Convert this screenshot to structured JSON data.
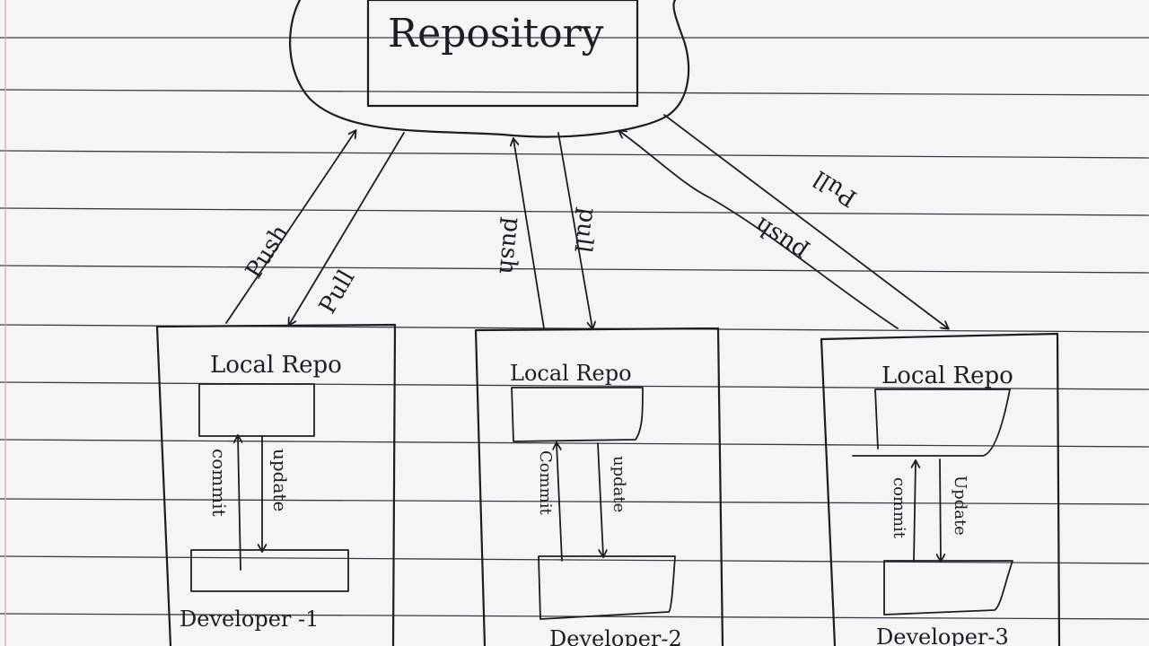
{
  "diagram": {
    "repository": {
      "label": "Repository"
    },
    "arrows": {
      "d1_push": "Push",
      "d1_pull": "Pull",
      "d2_push": "push",
      "d2_pull": "pull",
      "d3_push": "push",
      "d3_pull": "Pull"
    },
    "developers": [
      {
        "local_repo": "Local Repo",
        "commit": "commit",
        "update": "update",
        "name": "Developer -1"
      },
      {
        "local_repo": "Local Repo",
        "commit": "Commit",
        "update": "update",
        "name": "Developer-2"
      },
      {
        "local_repo": "Local Repo",
        "commit": "commit",
        "update": "Update",
        "name": "Developer-3"
      }
    ]
  }
}
